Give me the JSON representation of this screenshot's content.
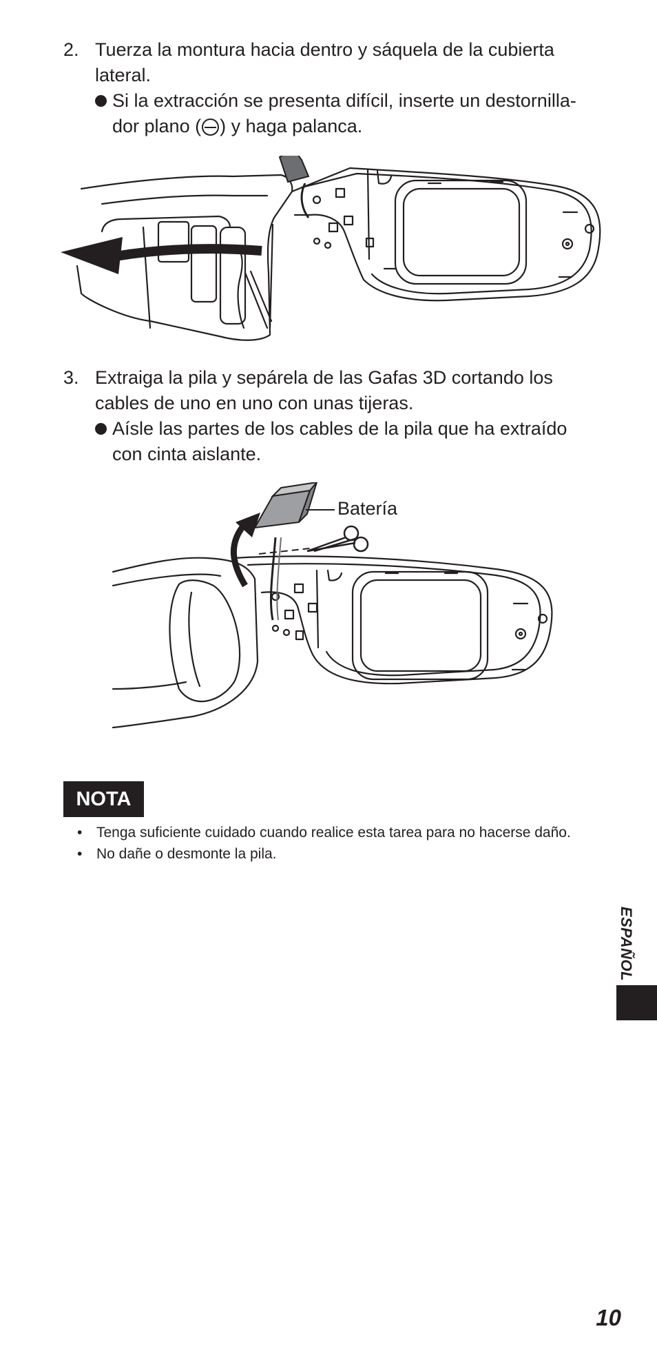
{
  "steps": [
    {
      "number": "2.",
      "lines": [
        "Tuerza la montura hacia dentro y sáquela de la cubierta",
        "lateral."
      ],
      "bullet_lines": [
        "Si la extracción se presenta difícil, inserte un destornilla-"
      ],
      "bullet_last_before": "dor plano (",
      "bullet_last_after": ") y haga palanca."
    },
    {
      "number": "3.",
      "lines": [
        "Extraiga la pila y sepárela de las Gafas 3D cortando los",
        "cables de uno en uno con unas tijeras."
      ],
      "bullet_lines": [
        "Aísle las partes de los cables de la pila que ha extraído",
        "con cinta aislante."
      ]
    }
  ],
  "figure2": {
    "battery_label": "Batería"
  },
  "nota": {
    "title": "NOTA",
    "items": [
      "Tenga suficiente cuidado cuando realice esta tarea para no hacerse daño.",
      "No dañe o desmonte la pila."
    ]
  },
  "side_tab": {
    "label": "ESPAÑOL"
  },
  "page_number": "10",
  "icons": {
    "flat_screwdriver": "flat-screwdriver-icon"
  }
}
